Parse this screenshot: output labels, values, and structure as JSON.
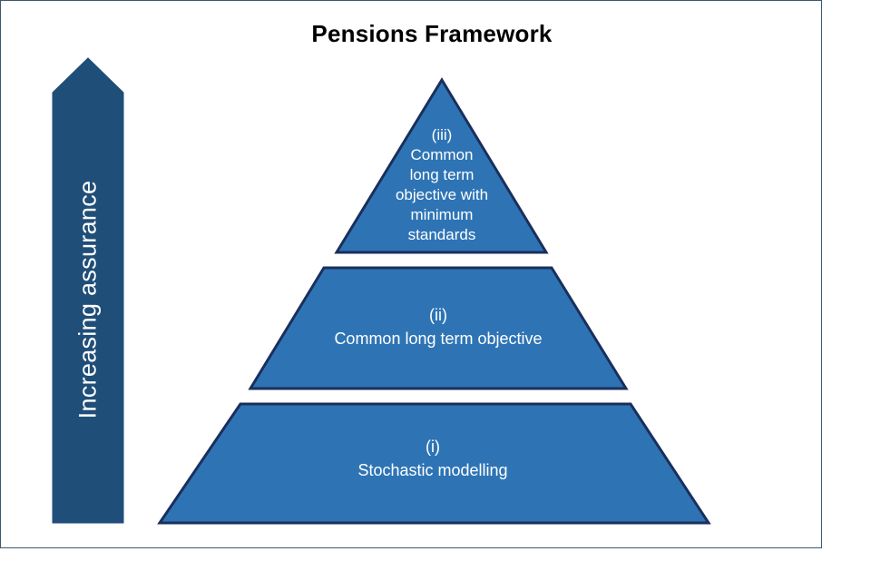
{
  "title": "Pensions Framework",
  "arrow": {
    "label": "Increasing assurance",
    "color": "#1f4e79"
  },
  "tiers": [
    {
      "level": "(iii)",
      "text_lines": [
        "Common",
        "long term",
        "objective with",
        "minimum",
        "standards"
      ]
    },
    {
      "level": "(ii)",
      "text_lines": [
        "Common long term objective"
      ]
    },
    {
      "level": "(i)",
      "text_lines": [
        "Stochastic modelling"
      ]
    }
  ],
  "colors": {
    "tier_fill": "#2e74b5",
    "tier_stroke": "#1a2f5c",
    "frame_border": "#3b5870"
  }
}
